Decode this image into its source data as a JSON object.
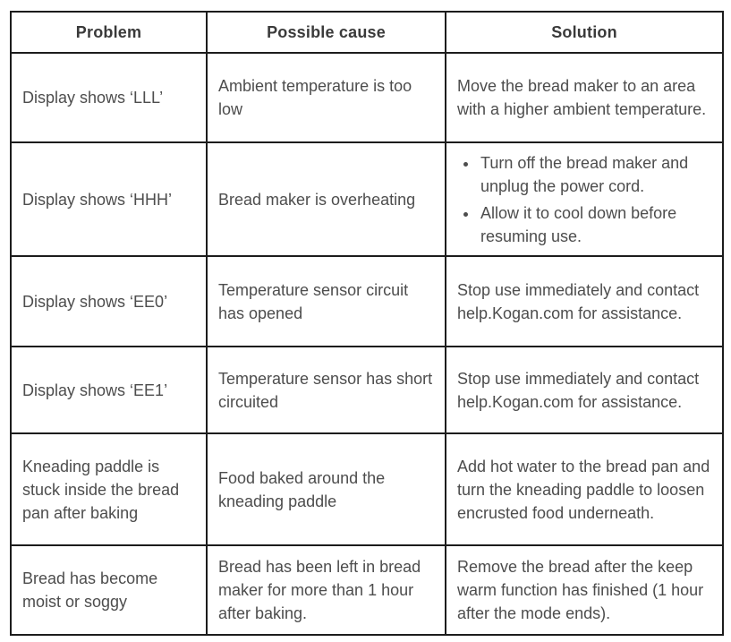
{
  "table": {
    "columns": [
      "Problem",
      "Possible cause",
      "Solution"
    ],
    "rows": [
      {
        "problem": "Display shows ‘LLL’",
        "cause": "Ambient temperature is too low",
        "solution": {
          "type": "text",
          "text": "Move the bread maker to an area with a higher ambient temperature."
        }
      },
      {
        "problem": "Display shows ‘HHH’",
        "cause": "Bread maker is overheating",
        "solution": {
          "type": "bullets",
          "items": [
            "Turn off the bread maker and unplug the power cord.",
            "Allow it to cool down before resuming use."
          ]
        }
      },
      {
        "problem": "Display shows ‘EE0’",
        "cause": "Temperature sensor circuit has opened",
        "solution": {
          "type": "text",
          "text": "Stop use immediately and contact help.Kogan.com for assistance."
        }
      },
      {
        "problem": "Display shows ‘EE1’",
        "cause": "Temperature sensor has short circuited",
        "solution": {
          "type": "text",
          "text": "Stop use immediately and contact help.Kogan.com for assistance."
        }
      },
      {
        "problem": "Kneading paddle is stuck inside the bread pan after baking",
        "cause": "Food baked around the kneading paddle",
        "solution": {
          "type": "text",
          "text": "Add hot water to the bread pan and turn the kneading paddle to loosen encrusted food underneath."
        }
      },
      {
        "problem": "Bread has become moist or soggy",
        "cause": "Bread has been left in bread maker for more than 1 hour after baking.",
        "solution": {
          "type": "text",
          "text": "Remove the bread after the keep warm function has finished (1 hour after the mode ends)."
        }
      }
    ]
  },
  "colors": {
    "border": "#1c1c1c",
    "header_text": "#3a3a3a",
    "body_text": "#4d4d4d",
    "background": "#ffffff"
  }
}
